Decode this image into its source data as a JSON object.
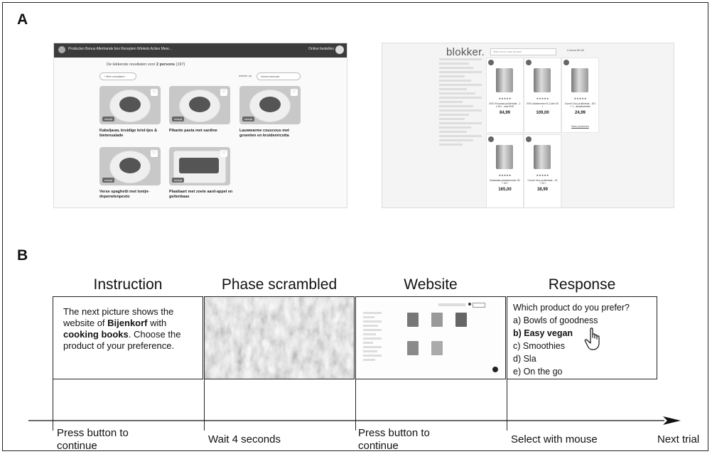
{
  "panel_a": {
    "label": "A",
    "ah": {
      "nav": "Producten   Bonus   Allerhande box   Recepten   Winkels   Acties   Meer...",
      "login": "Online bestellen",
      "caption_prefix": "De lekkerste resultaten voor ",
      "caption_bold": "2 persons",
      "caption_count": " (197)",
      "filter_label": "+ filter resultaten",
      "sort_label": "sorteer op",
      "sort_value": "meest relevant",
      "recipe_tag": "recept",
      "recipes": [
        "Kabeljauw, kruidige kriel-tjes & bietensalade",
        "Pikante pasta met sardine",
        "Lauwwarme couscous met groenten en kruidenricotta",
        "Verse spaghetti met tonijn-doperwtenpesto",
        "Plaattaart met zoete aard-appel en geitenkaas"
      ]
    },
    "blokker": {
      "logo": "blokker.",
      "search_placeholder": "Waar ben je naar op zoek",
      "cart": "0 items  €0,00",
      "products": [
        {
          "name": "EKO Ecocasa prullenbak - 2 x 30 l - mat RVS",
          "price": "84,99"
        },
        {
          "name": "EKO afvalemmer E-Cube 30 l",
          "price": "109,00"
        },
        {
          "name": "Curver Duo prullenbak - 30 l + 1 - afvalscheider",
          "price": "24,99"
        },
        {
          "name": "Brabantia pedaalemmer 30 + 30 l",
          "price": "165,00"
        },
        {
          "name": "Curver Duo prullenbak - 20 + 20 l",
          "price": "38,99"
        }
      ],
      "stars": "★★★★★",
      "link": "Meer producten"
    }
  },
  "panel_b": {
    "label": "B",
    "phases": [
      {
        "title": "Instruction",
        "caption_line1": "Press button to",
        "caption_line2": "continue"
      },
      {
        "title": "Phase scrambled",
        "caption_line1": "Wait 4 seconds",
        "caption_line2": ""
      },
      {
        "title": "Website",
        "caption_line1": "Press button to",
        "caption_line2": "continue"
      },
      {
        "title": "Response",
        "caption_line1": "Select with mouse",
        "caption_line2": ""
      }
    ],
    "next_trial": "Next trial",
    "instruction": {
      "t1": "The next picture shows the website of ",
      "brand": "Bijenkorf",
      "t2": " with ",
      "category": "cooking books",
      "t3": ". Choose the product of your preference."
    },
    "response": {
      "question": "Which product do you prefer?",
      "options": [
        {
          "text": "a) Bowls of goodness",
          "selected": false
        },
        {
          "text": "b) Easy vegan",
          "selected": true
        },
        {
          "text": "c) Smoothies",
          "selected": false
        },
        {
          "text": "d) Sla",
          "selected": false
        },
        {
          "text": "e) On the go",
          "selected": false
        }
      ]
    }
  }
}
